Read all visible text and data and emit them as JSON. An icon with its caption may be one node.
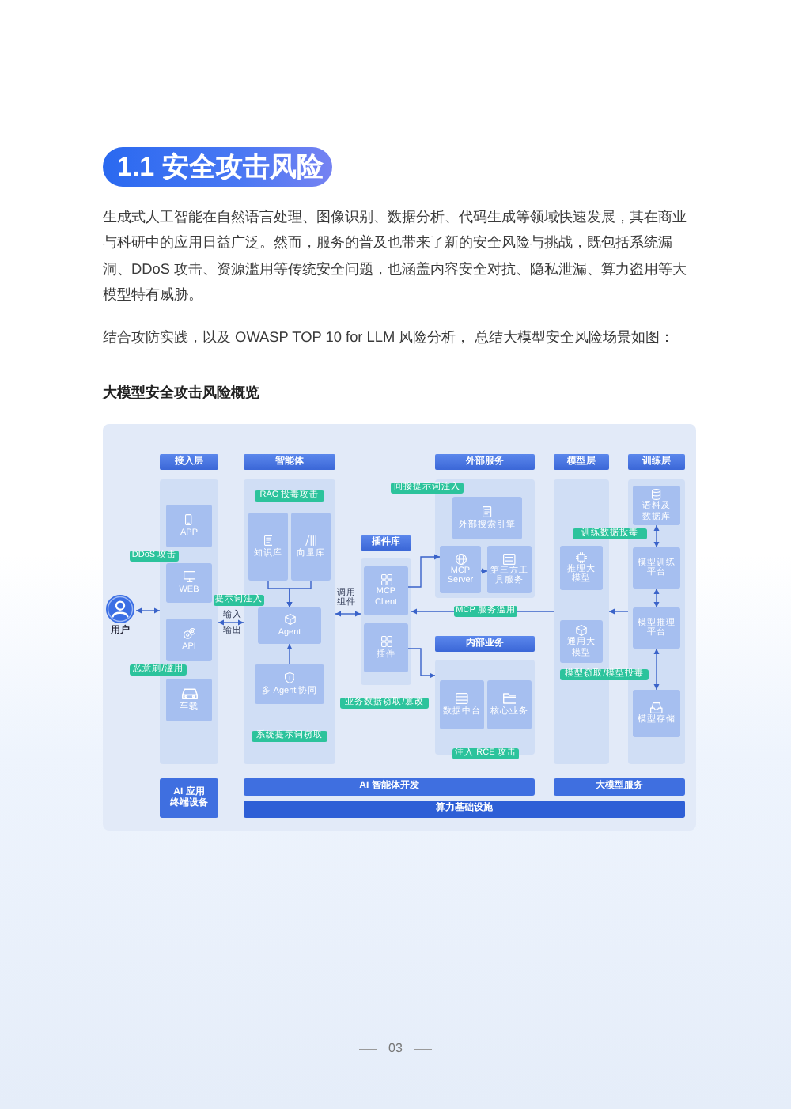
{
  "diagram": {
    "title": "1.1 安全攻击风险",
    "nodes": [
      {
        "text": [
          "用户"
        ]
      },
      {
        "text": [
          "接入层"
        ]
      },
      {
        "text": [
          "APP"
        ],
        "in": 1
      },
      {
        "text": [
          "WEB"
        ],
        "in": 1
      },
      {
        "text": [
          "API"
        ],
        "in": 1
      },
      {
        "text": [
          "车载"
        ],
        "in": 1
      },
      {
        "text": [
          "DDoS 攻击"
        ]
      },
      {
        "text": [
          "恶意刷/滥用"
        ]
      },
      {
        "text": [
          "提示词注入"
        ]
      },
      {
        "text": [
          "智能体"
        ]
      },
      {
        "text": [
          "RAG 投毒攻击"
        ],
        "in": 9
      },
      {
        "text": [
          "知识库"
        ],
        "in": 9
      },
      {
        "text": [
          "向量库"
        ],
        "in": 9
      },
      {
        "text": [
          "Agent"
        ],
        "in": 9
      },
      {
        "text": [
          "多 Agent 协同"
        ],
        "in": 9
      },
      {
        "text": [
          "系统提示词窃取"
        ],
        "in": 9
      },
      {
        "text": [
          "插件库"
        ]
      },
      {
        "text": [
          "MCP Client"
        ],
        "in": 16
      },
      {
        "text": [
          "插件"
        ],
        "in": 16
      },
      {
        "text": [
          "业务数据窃取/篡改"
        ]
      },
      {
        "text": [
          "外部服务"
        ]
      },
      {
        "text": [
          "间接提示词注入"
        ]
      },
      {
        "text": [
          "外部搜索引擎"
        ],
        "in": 20
      },
      {
        "text": [
          "MCP Server"
        ],
        "in": 20
      },
      {
        "text": [
          "第三方工具服务"
        ],
        "in": 20
      },
      {
        "text": [
          "内部业务"
        ]
      },
      {
        "text": [
          "数据中台"
        ],
        "in": 25
      },
      {
        "text": [
          "核心业务"
        ],
        "in": 25
      },
      {
        "text": [
          "注入 RCE 攻击"
        ]
      },
      {
        "text": [
          "模型层"
        ]
      },
      {
        "text": [
          "推理大模型"
        ],
        "in": 29
      },
      {
        "text": [
          "通用大模型"
        ],
        "in": 29
      },
      {
        "text": [
          "训练层"
        ]
      },
      {
        "text": [
          "训练数据投毒"
        ]
      },
      {
        "text": [
          "语料及数据库"
        ],
        "in": 32
      },
      {
        "text": [
          "模型训练平台"
        ],
        "in": 32
      },
      {
        "text": [
          "模型推理平台"
        ],
        "in": 32
      },
      {
        "text": [
          "模型存储"
        ],
        "in": 32
      },
      {
        "text": [
          "模型窃取/模型投毒"
        ]
      },
      {
        "text": [
          "AI 应用终端设备"
        ]
      },
      {
        "text": [
          "AI 智能体开发"
        ]
      },
      {
        "text": [
          "大模型服务"
        ]
      },
      {
        "text": [
          "算力基础设施"
        ]
      }
    ],
    "edges": [
      {
        "from": 0,
        "to": 1,
        "arrow": "both"
      },
      {
        "from": 1,
        "to": 9,
        "arrow": "both"
      },
      {
        "from": 11,
        "to": 13,
        "arrow": "to"
      },
      {
        "from": 12,
        "to": 13,
        "arrow": "to"
      },
      {
        "from": 14,
        "to": 13,
        "arrow": "to"
      },
      {
        "from": 9,
        "to": 16,
        "arrow": "both",
        "label": "调用组件"
      },
      {
        "from": 17,
        "to": 23,
        "arrow": "to"
      },
      {
        "from": 23,
        "to": 24,
        "arrow": "to"
      },
      {
        "from": 18,
        "to": 25,
        "arrow": "to"
      },
      {
        "from": 29,
        "to": 16,
        "arrow": "to",
        "label": "MCP 服务滥用"
      },
      {
        "from": 32,
        "to": 29,
        "arrow": "to"
      },
      {
        "from": 34,
        "to": 35,
        "arrow": "both"
      },
      {
        "from": 35,
        "to": 36,
        "arrow": "both"
      },
      {
        "from": 36,
        "to": 37,
        "arrow": "both"
      }
    ],
    "labels": [
      "生成式人工智能在自然语言处理、图像识别、数据分析、代码生成等领域快速发展，其在商业与科研中的应用日益广泛。然而，服务的普及也带来了新的安全风险与挑战，既包括系统漏洞、DDoS 攻击、资源滥用等传统安全问题，也涵盖内容安全对抗、隐私泄漏、算力盗用等大模型特有威胁。",
      "结合攻防实践，以及 OWASP TOP 10 for LLM 风险分析， 总结大模型安全风险场景如图：",
      "大模型安全攻击风险概览",
      "输入",
      "输出",
      "03"
    ]
  }
}
